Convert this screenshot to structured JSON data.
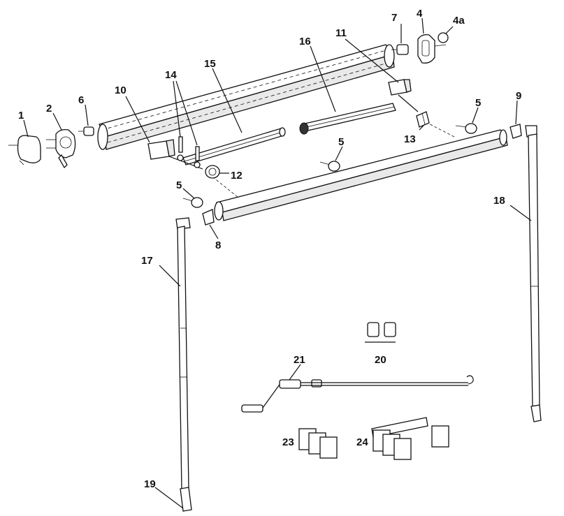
{
  "callouts": {
    "c1": "1",
    "c2": "2",
    "c4": "4",
    "c4a": "4a",
    "c5a": "5",
    "c5b": "5",
    "c5c": "5",
    "c6": "6",
    "c7": "7",
    "c8": "8",
    "c9": "9",
    "c10": "10",
    "c11": "11",
    "c12": "12",
    "c13": "13",
    "c14": "14",
    "c15": "15",
    "c16": "16",
    "c17": "17",
    "c18": "18",
    "c19": "19",
    "c20": "20",
    "c21": "21",
    "c23": "23",
    "c24": "24"
  },
  "colors": {
    "ink": "#111111",
    "fill": "#ffffff",
    "shade": "#e9e9e9"
  }
}
